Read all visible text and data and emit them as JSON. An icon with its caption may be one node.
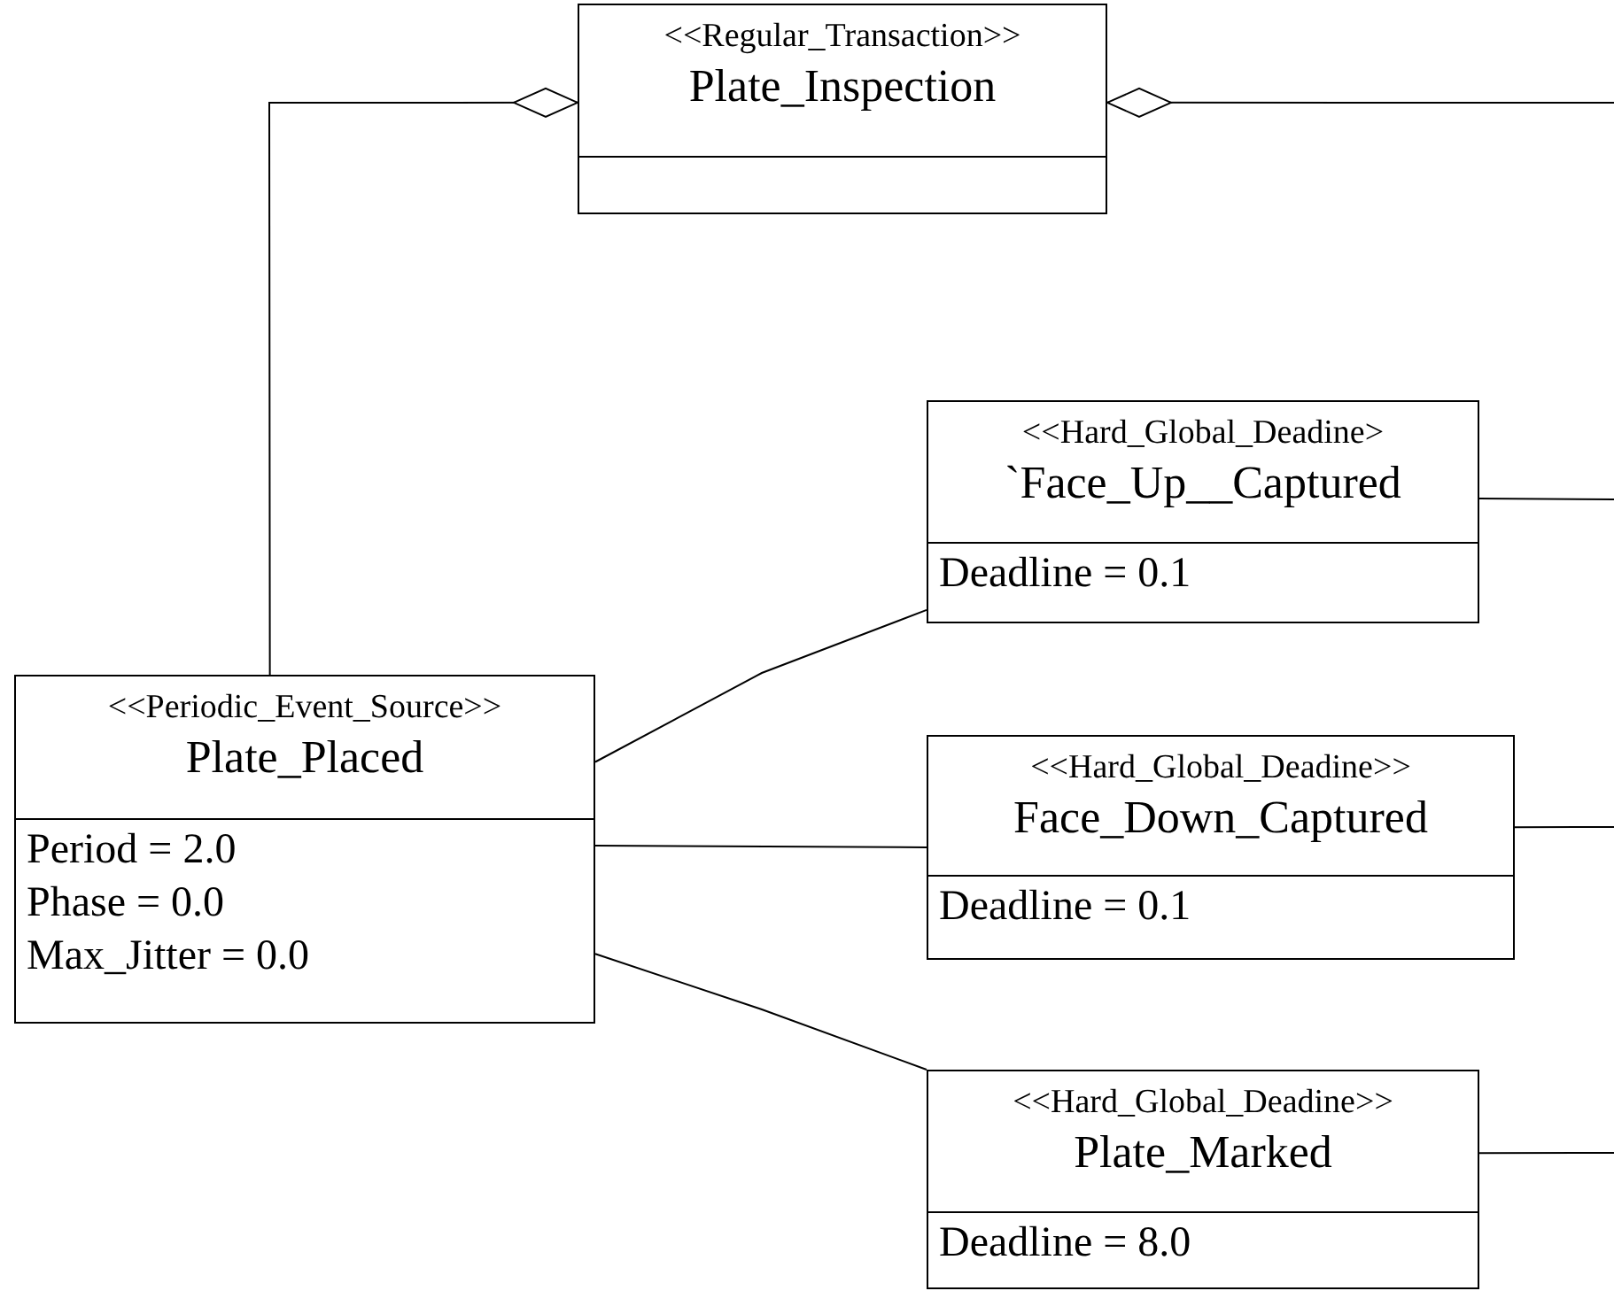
{
  "diagram": {
    "nodes": [
      {
        "text": [
          "<<Regular_Transaction>>",
          "Plate_Inspection"
        ]
      },
      {
        "text": [
          "<<Periodic_Event_Source>>",
          "Plate_Placed",
          "Period = 2.0",
          "Phase = 0.0",
          "Max_Jitter = 0.0"
        ]
      },
      {
        "text": [
          "<<Hard_Global_Deadine>",
          "`Face_Up__Captured",
          "Deadline = 0.1"
        ]
      },
      {
        "text": [
          "<<Hard_Global_Deadine>>",
          "Face_Down_Captured",
          "Deadline = 0.1"
        ]
      },
      {
        "text": [
          "<<Hard_Global_Deadine>>",
          "Plate_Marked",
          "Deadline = 8.0"
        ]
      }
    ],
    "edges": [
      {
        "from": 1,
        "to": 0,
        "arrow": "other"
      },
      {
        "from": null,
        "to": 0,
        "arrow": "other"
      },
      {
        "from": 1,
        "to": 2,
        "arrow": "none"
      },
      {
        "from": 1,
        "to": 3,
        "arrow": "none"
      },
      {
        "from": 1,
        "to": 4,
        "arrow": "none"
      },
      {
        "from": 2,
        "to": null,
        "arrow": "none"
      },
      {
        "from": 3,
        "to": null,
        "arrow": "none"
      },
      {
        "from": 4,
        "to": null,
        "arrow": "none"
      }
    ]
  }
}
